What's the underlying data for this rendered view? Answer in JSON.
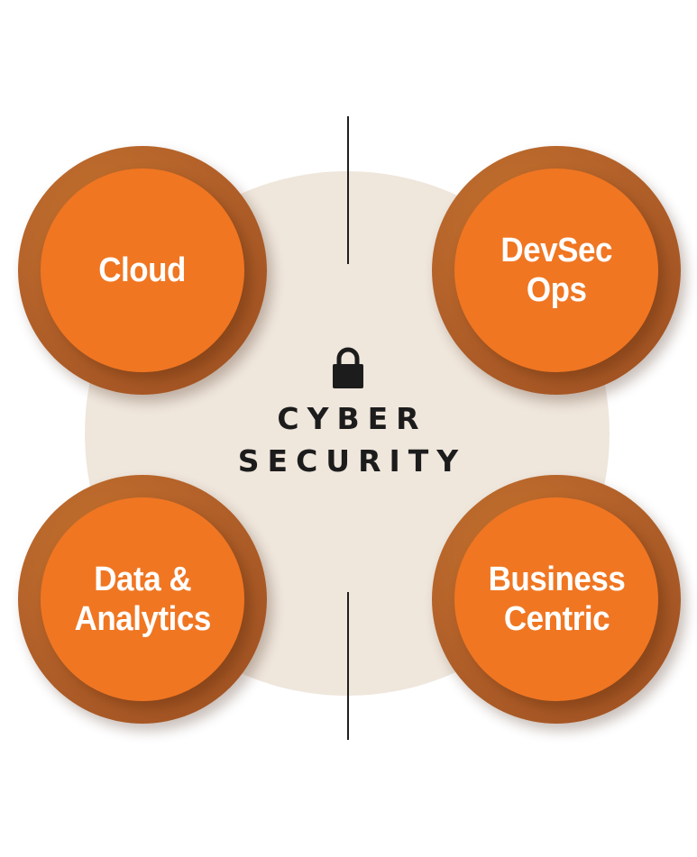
{
  "hub": {
    "icon": "lock-icon",
    "line1": "CYBER",
    "line2": "SECURITY"
  },
  "nodes": [
    {
      "label": "Cloud"
    },
    {
      "label": "DevSec\nOps"
    },
    {
      "label": "Data &\nAnalytics"
    },
    {
      "label": "Business\nCentric"
    }
  ],
  "colors": {
    "node_inner": "#f07622",
    "node_ring": "#b4622a",
    "center_disc": "#efe6dc",
    "text_dark": "#1c1c1c",
    "text_light": "#ffffff"
  }
}
